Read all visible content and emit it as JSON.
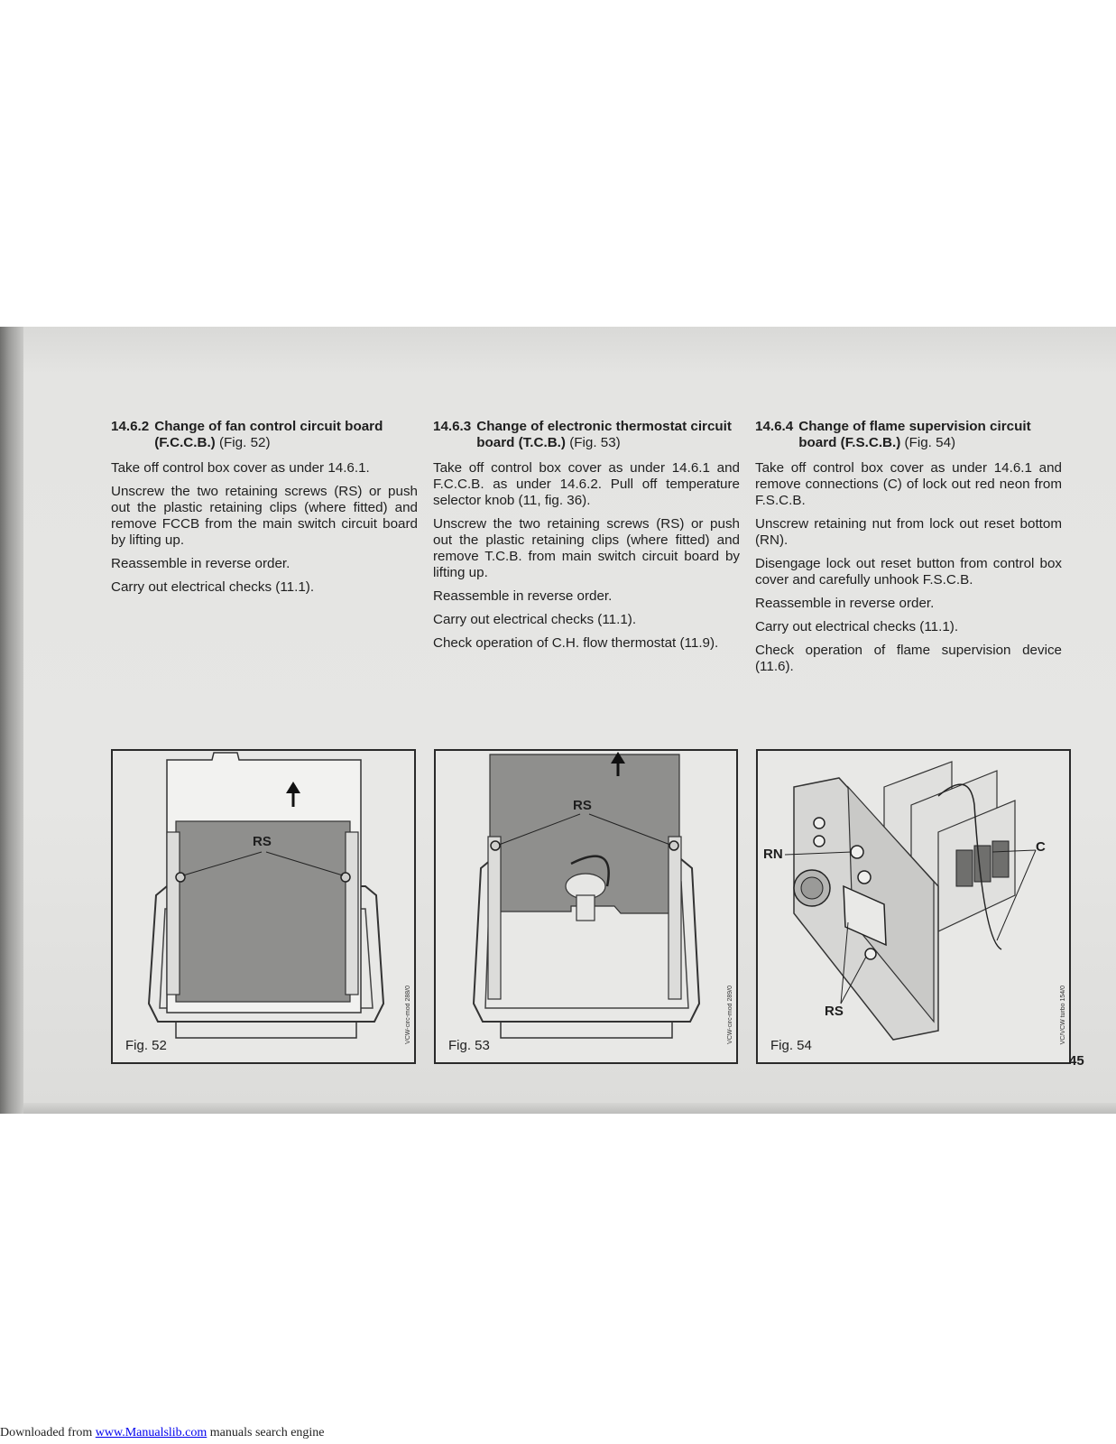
{
  "sections": [
    {
      "number": "14.6.2",
      "title": "Change of fan control circuit board (F.C.C.B.)",
      "fig_ref": "(Fig. 52)",
      "paragraphs": [
        "Take off control box cover as under 14.6.1.",
        "Unscrew the two retaining screws (RS) or push out the plastic retaining clips (where fitted) and remove FCCB from the main switch circuit board by lifting up.",
        "Reassemble in reverse order.",
        "Carry out electrical checks (11.1)."
      ]
    },
    {
      "number": "14.6.3",
      "title": "Change of electronic thermostat circuit board (T.C.B.)",
      "fig_ref": "(Fig. 53)",
      "paragraphs": [
        "Take off control box cover as under 14.6.1 and F.C.C.B. as under 14.6.2. Pull off temperature selector knob (11, fig. 36).",
        "Unscrew the two retaining screws (RS) or push out the plastic retaining clips (where fitted) and remove T.C.B. from main switch circuit board by lifting up.",
        "Reassemble in reverse order.",
        "Carry out electrical checks (11.1).",
        "Check operation of C.H. flow thermostat (11.9)."
      ]
    },
    {
      "number": "14.6.4",
      "title": "Change of flame supervision circuit board (F.S.C.B.)",
      "fig_ref": "(Fig. 54)",
      "paragraphs": [
        "Take off control box cover as under 14.6.1 and remove connections (C) of lock out red neon from F.S.C.B.",
        "Unscrew retaining nut from lock out reset bottom (RN).",
        "Disengage lock out reset button from control box cover and carefully unhook F.S.C.B.",
        "Reassemble in reverse order.",
        "Carry out electrical checks (11.1).",
        "Check operation of flame supervision device (11.6)."
      ]
    }
  ],
  "figures": [
    {
      "label": "Fig. 52",
      "callouts": [
        "RS"
      ],
      "credit": "VCW-circ-mod 288/0"
    },
    {
      "label": "Fig. 53",
      "callouts": [
        "RS"
      ],
      "credit": "VCW-circ-mod 289/0"
    },
    {
      "label": "Fig. 54",
      "callouts": [
        "RN",
        "C",
        "RS"
      ],
      "credit": "VC/VCW turbo 154/0"
    }
  ],
  "page_number": "45",
  "footer": {
    "prefix": "Downloaded from ",
    "link_text": "www.Manualslib.com",
    "suffix": " manuals search engine"
  }
}
